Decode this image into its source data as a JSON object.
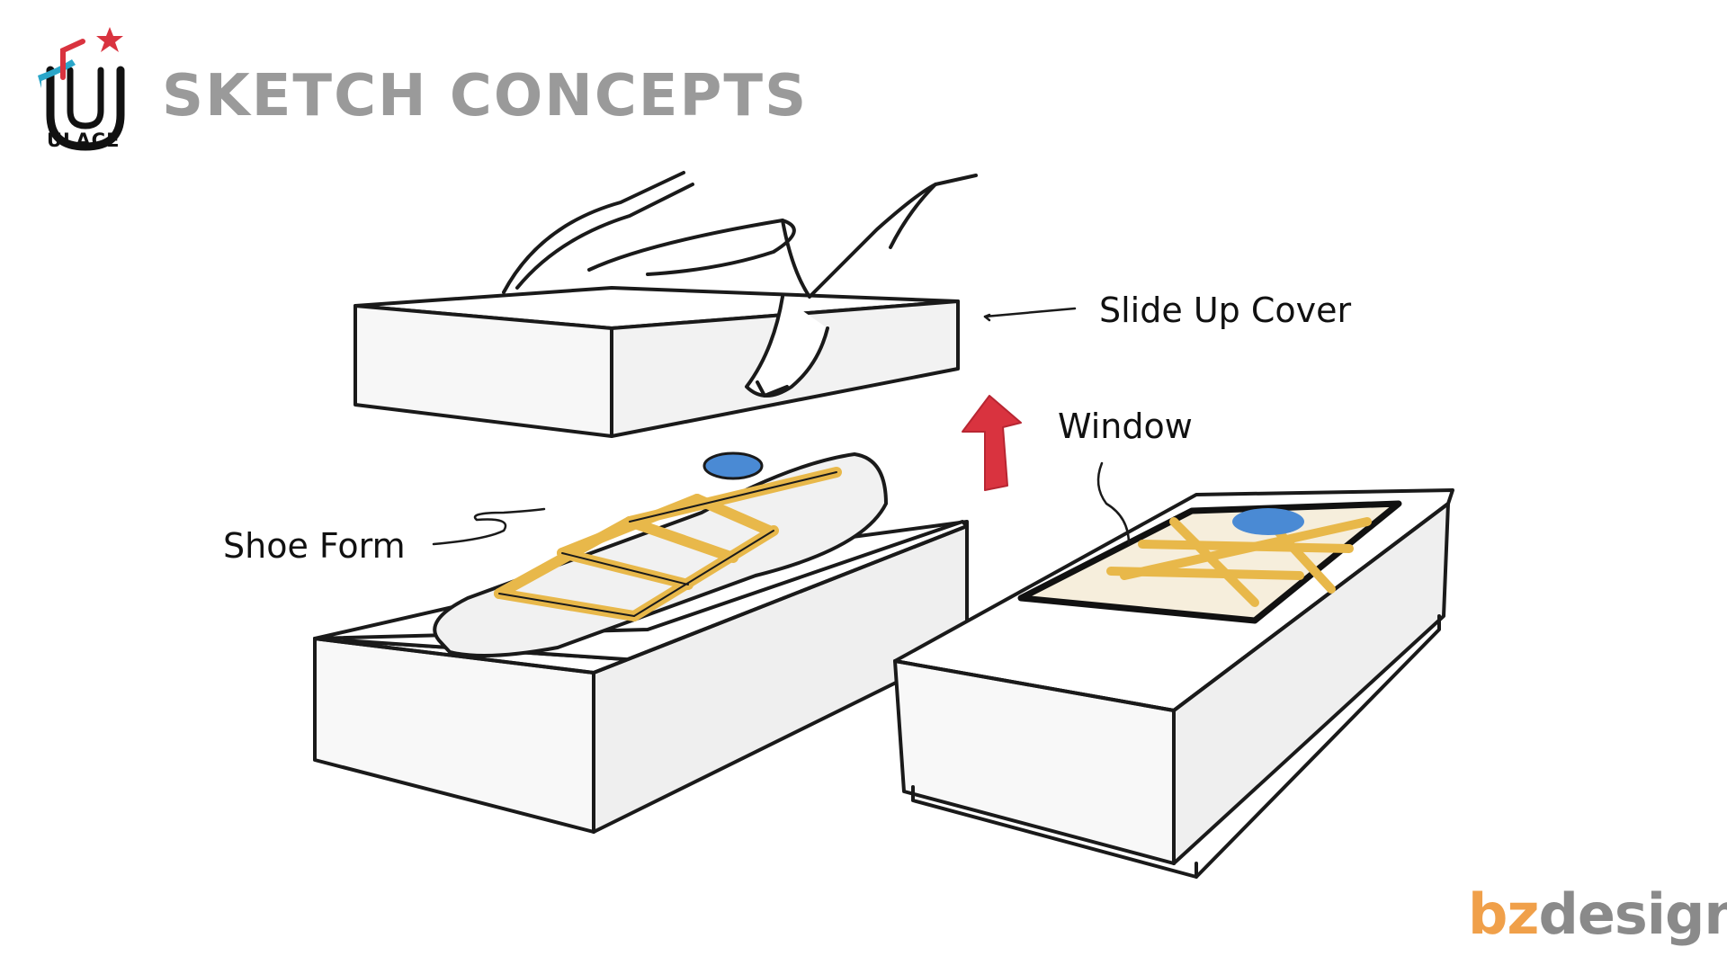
{
  "header": {
    "title": "SKETCH CONCEPTS",
    "logo_text": "ULACE"
  },
  "labels": {
    "slide_up_cover": "Slide Up Cover",
    "window": "Window",
    "shoe_form": "Shoe Form"
  },
  "brand": {
    "part_a": "bz",
    "part_b": "design"
  },
  "colors": {
    "title_gray": "#9a9a9a",
    "lace_yellow": "#e8b84a",
    "button_blue": "#4a8ad4",
    "arrow_red": "#d9333f",
    "brand_orange": "#f0a04a",
    "brand_gray": "#8a8a8a",
    "logo_red": "#d9333f",
    "logo_cyan": "#2aa6c9"
  }
}
